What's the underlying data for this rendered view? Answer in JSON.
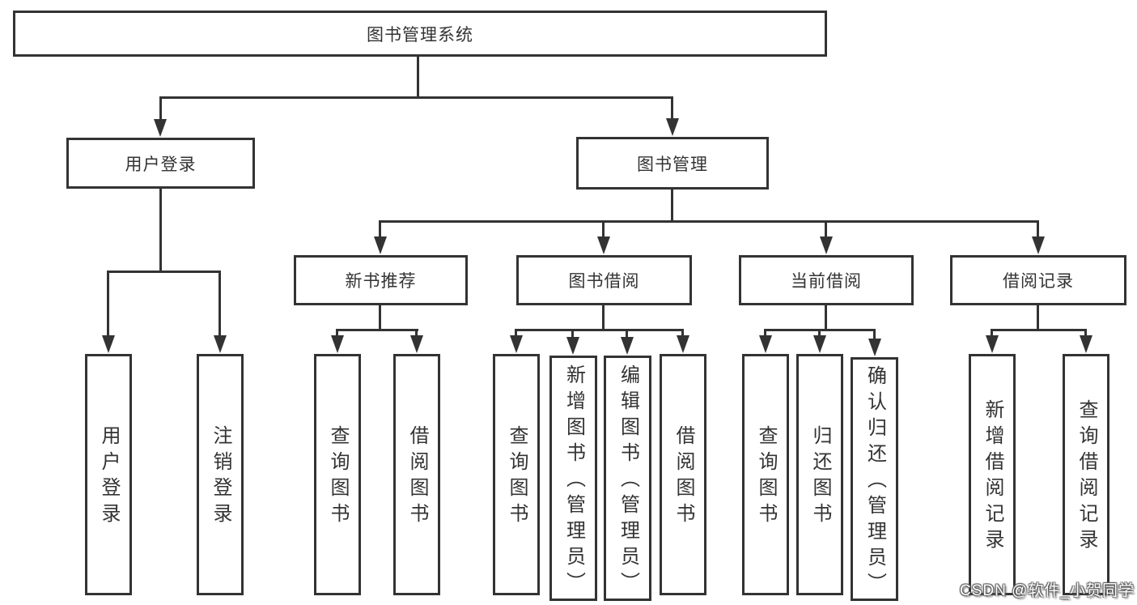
{
  "tree": {
    "root": {
      "label": "图书管理系统"
    },
    "branches": [
      {
        "label": "用户登录",
        "children": [
          {
            "label": "用户登录"
          },
          {
            "label": "注销登录"
          }
        ]
      },
      {
        "label": "图书管理",
        "children": [
          {
            "label": "新书推荐",
            "children": [
              {
                "label": "查询图书"
              },
              {
                "label": "借阅图书"
              }
            ]
          },
          {
            "label": "图书借阅",
            "children": [
              {
                "label": "查询图书"
              },
              {
                "label": "新增图书（管理员）"
              },
              {
                "label": "编辑图书（管理员）"
              },
              {
                "label": "借阅图书"
              }
            ]
          },
          {
            "label": "当前借阅",
            "children": [
              {
                "label": "查询图书"
              },
              {
                "label": "归还图书"
              },
              {
                "label": "确认归还（管理员）"
              }
            ]
          },
          {
            "label": "借阅记录",
            "children": [
              {
                "label": "新增借阅记录"
              },
              {
                "label": "查询借阅记录"
              }
            ]
          }
        ]
      }
    ]
  },
  "watermark": {
    "text": "CSDN @软件_小贺同学"
  },
  "colors": {
    "line": "#333333",
    "text": "#333333",
    "background": "#ffffff",
    "watermark_text": "#ffffff",
    "watermark_shadow": "#5a5a5a"
  }
}
